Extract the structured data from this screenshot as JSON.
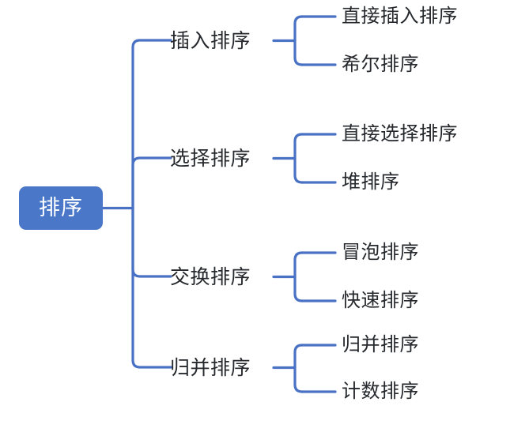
{
  "diagram": {
    "type": "mind-map",
    "orientation": "left-to-right",
    "colors": {
      "root_fill": "#4a77c8",
      "root_text": "#ffffff",
      "connector": "#4a72c4",
      "node_text": "#25282c",
      "background": "#ffffff"
    },
    "root": {
      "label": "排序"
    },
    "branches": [
      {
        "label": "插入排序",
        "children": [
          {
            "label": "直接插入排序"
          },
          {
            "label": "希尔排序"
          }
        ]
      },
      {
        "label": "选择排序",
        "children": [
          {
            "label": "直接选择排序"
          },
          {
            "label": "堆排序"
          }
        ]
      },
      {
        "label": "交换排序",
        "children": [
          {
            "label": "冒泡排序"
          },
          {
            "label": "快速排序"
          }
        ]
      },
      {
        "label": "归并排序",
        "children": [
          {
            "label": "归并排序"
          },
          {
            "label": "计数排序"
          }
        ]
      }
    ]
  }
}
